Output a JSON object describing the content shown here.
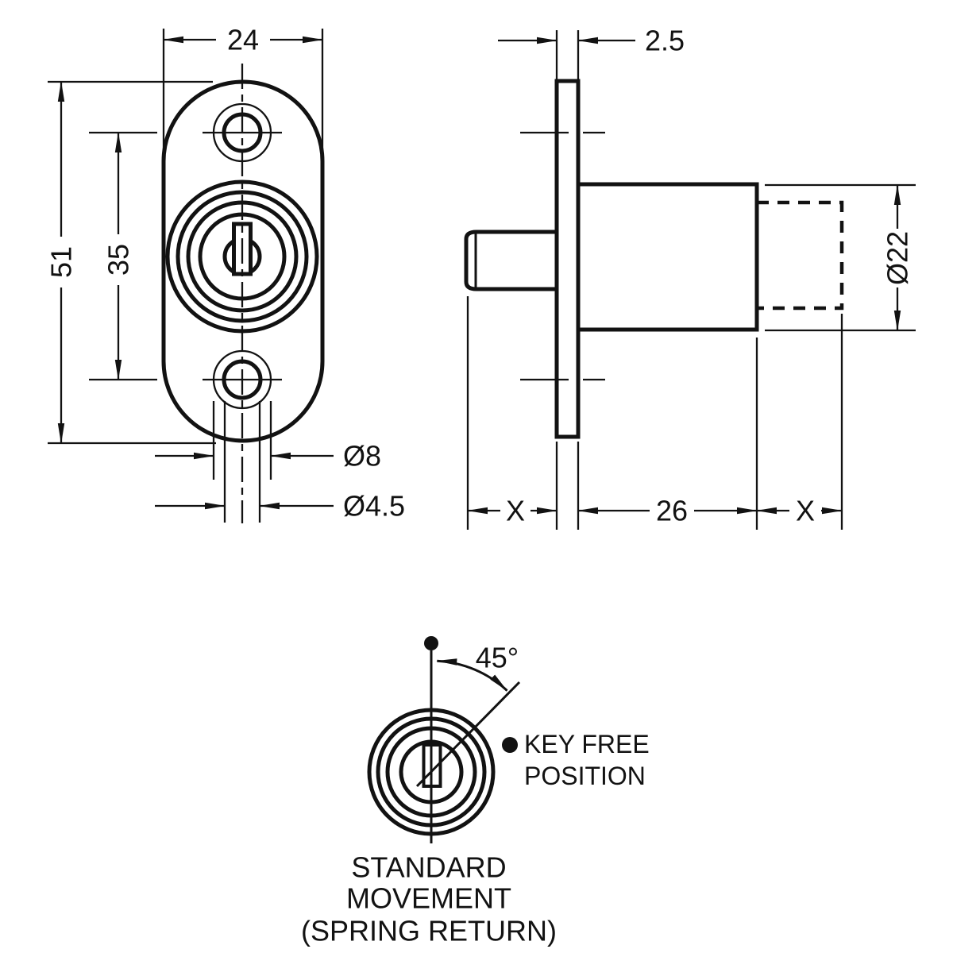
{
  "colors": {
    "ink": "#121212",
    "background": "#ffffff"
  },
  "front_view": {
    "width_label": "24",
    "height_label": "51",
    "hole_spacing_label": "35",
    "hole_outer_dia_label": "Ø8",
    "hole_inner_dia_label": "Ø4.5"
  },
  "side_view": {
    "flange_thickness_label": "2.5",
    "body_dia_label": "Ø22",
    "pin_protrusion_label": "X",
    "body_length_label": "26",
    "travel_label": "X"
  },
  "movement_diagram": {
    "angle_label": "45°",
    "key_free_line1": "KEY FREE",
    "key_free_line2": "POSITION",
    "caption_line1": "STANDARD",
    "caption_line2": "MOVEMENT",
    "caption_line3": "(SPRING RETURN)"
  }
}
